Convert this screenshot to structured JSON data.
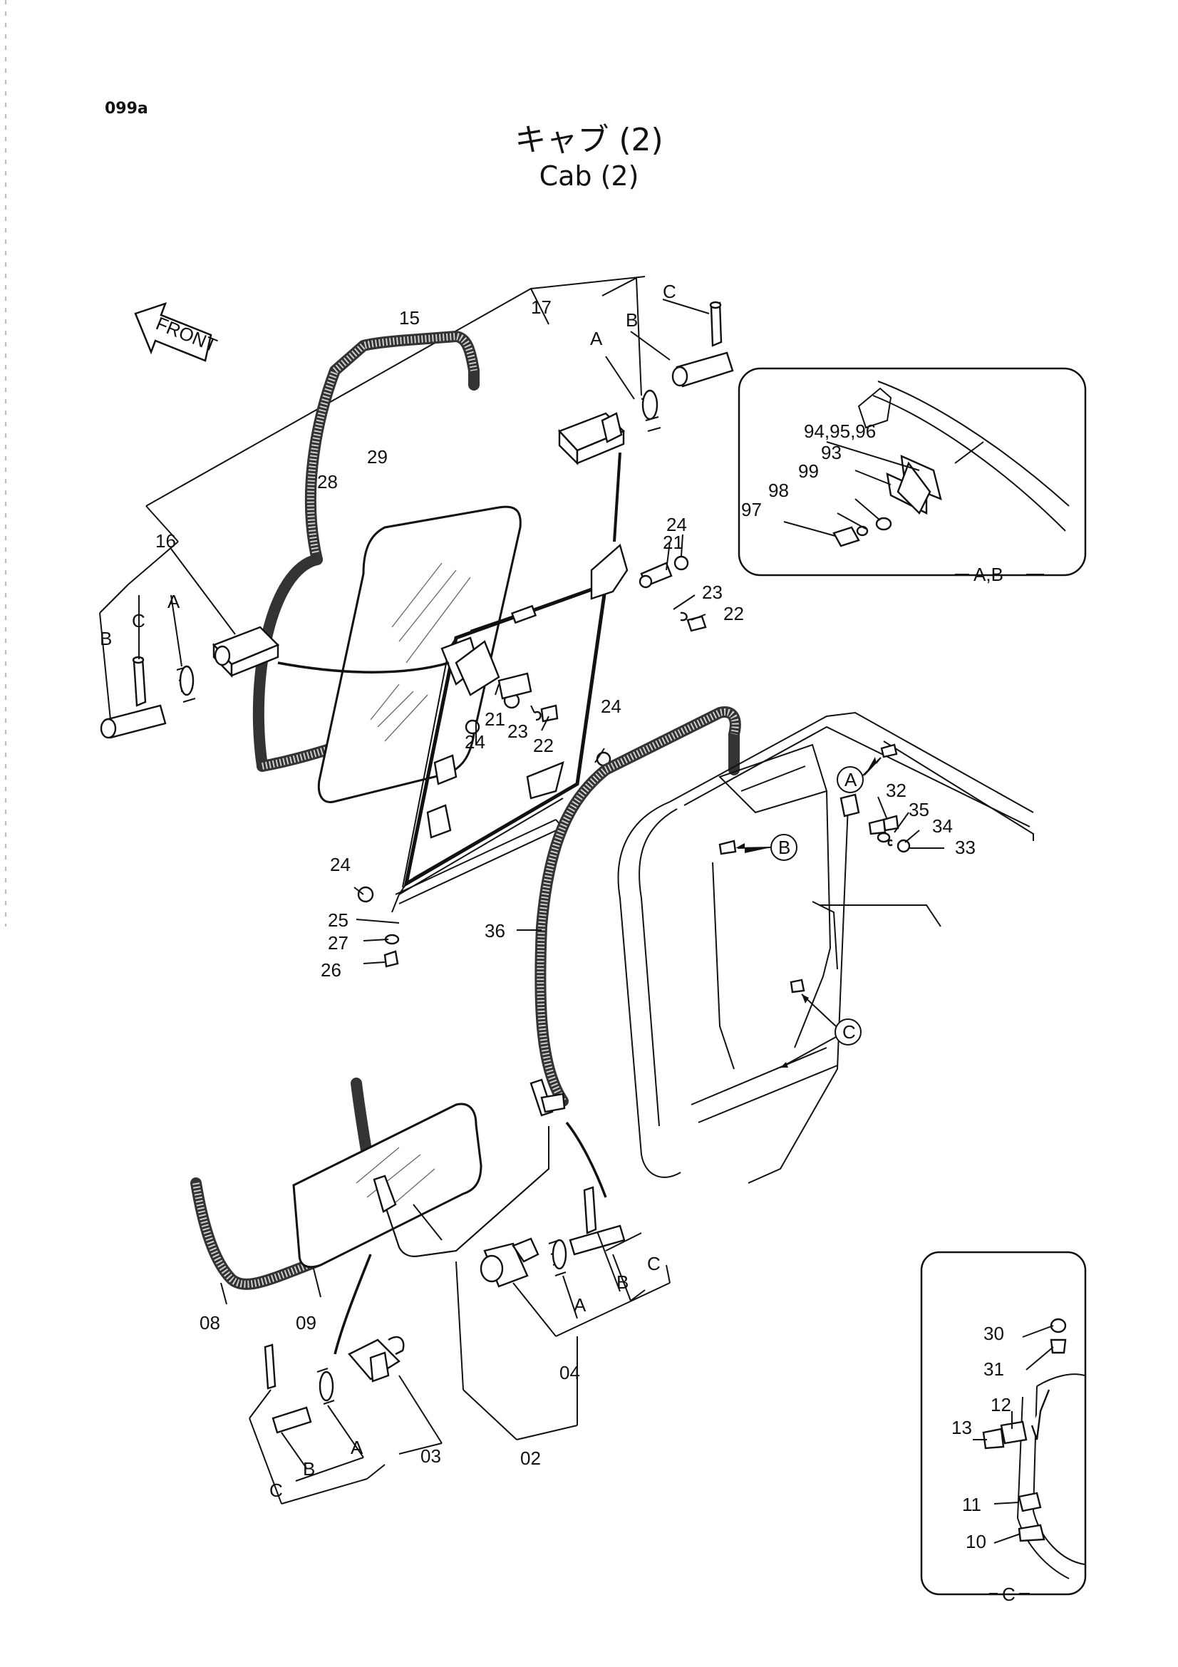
{
  "page": {
    "id": "099a",
    "title_jp": "キャブ (2)",
    "title_en": "Cab (2)"
  },
  "front_arrow": "FRONT",
  "callouts": {
    "A": "A",
    "B": "B",
    "C": "C"
  },
  "inset_labels": {
    "ab": "A,B",
    "c": "C"
  },
  "parts": {
    "p02": "02",
    "p03": "03",
    "p04": "04",
    "p08": "08",
    "p09": "09",
    "p10": "10",
    "p11": "11",
    "p12": "12",
    "p13": "13",
    "p15": "15",
    "p16": "16",
    "p17": "17",
    "p21a": "21",
    "p21b": "21",
    "p22a": "22",
    "p22b": "22",
    "p23a": "23",
    "p23b": "23",
    "p24a": "24",
    "p24b": "24",
    "p24c": "24",
    "p24d": "24",
    "p25": "25",
    "p26": "26",
    "p27": "27",
    "p28": "28",
    "p29": "29",
    "p30": "30",
    "p31": "31",
    "p32": "32",
    "p33": "33",
    "p34": "34",
    "p35": "35",
    "p36": "36",
    "p93": "93",
    "p949596": "94,95,96",
    "p97": "97",
    "p98": "98",
    "p99": "99"
  },
  "sub": {
    "A1": "A",
    "B1": "B",
    "C1": "C",
    "A2": "A",
    "B2": "B",
    "C2": "C",
    "A3": "A",
    "B3": "B",
    "C3": "C",
    "A4": "A",
    "B4": "B",
    "C4": "C"
  }
}
